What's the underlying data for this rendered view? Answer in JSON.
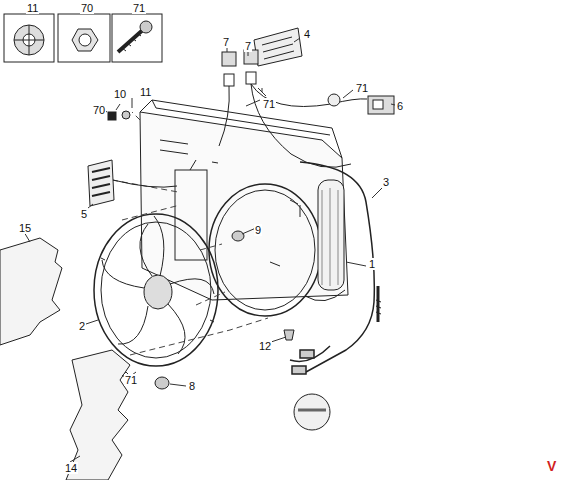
{
  "diagram": {
    "labels": [
      "11",
      "70",
      "71",
      "7",
      "7",
      "4",
      "71",
      "71",
      "6",
      "10",
      "11",
      "70",
      "3",
      "5",
      "9",
      "1",
      "15",
      "2",
      "12",
      "71",
      "8",
      "14",
      "V"
    ]
  }
}
